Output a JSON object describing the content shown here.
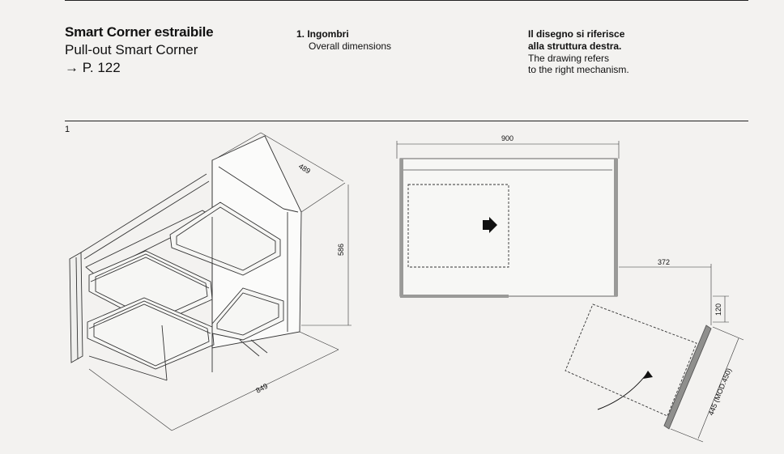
{
  "header": {
    "title": "Smart Corner estraibile",
    "subtitle": "Pull-out Smart Corner",
    "page_ref": "→ P. 122"
  },
  "section": {
    "number_title": "1. Ingombri",
    "title_en": "Overall dimensions"
  },
  "note": {
    "it_line1": "Il disegno si riferisce",
    "it_line2": "alla struttura destra.",
    "en_line1": "The drawing refers",
    "en_line2": "to the right mechanism."
  },
  "figure": {
    "number": "1",
    "iso_dims": {
      "depth": "489",
      "height": "586",
      "width": "849"
    },
    "plan_dims": {
      "width": "900",
      "offset": "372",
      "gap": "120",
      "door": "445 (MOD.450)"
    }
  }
}
